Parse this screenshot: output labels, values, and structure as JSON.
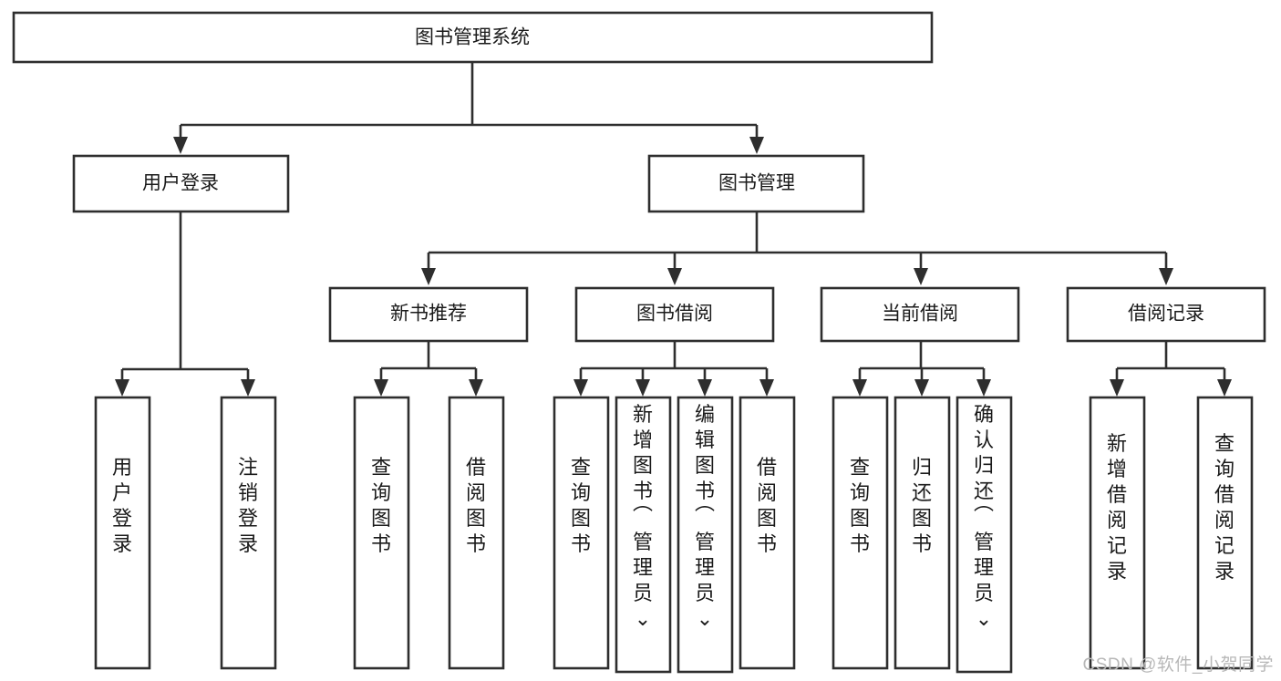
{
  "diagram": {
    "title": "图书管理系统",
    "type": "tree",
    "watermark": "CSDN @软件_小贺同学",
    "colors": {
      "stroke": "#2e2e2e",
      "fill": "#ffffff",
      "text": "#1a1a1a",
      "watermark": "#b8b8b8"
    },
    "nodes": {
      "root": {
        "label": "图书管理系统"
      },
      "level2": [
        {
          "label": "用户登录"
        },
        {
          "label": "图书管理"
        }
      ],
      "level3": [
        {
          "label": "新书推荐"
        },
        {
          "label": "图书借阅"
        },
        {
          "label": "当前借阅"
        },
        {
          "label": "借阅记录"
        }
      ],
      "leaves_user_login": [
        {
          "label": "用户登录"
        },
        {
          "label": "注销登录"
        }
      ],
      "leaves_new_book": [
        {
          "label": "查询图书"
        },
        {
          "label": "借阅图书"
        }
      ],
      "leaves_borrow": [
        {
          "label": "查询图书"
        },
        {
          "label": "新增图书（管理员）"
        },
        {
          "label": "编辑图书（管理员）"
        },
        {
          "label": "借阅图书"
        }
      ],
      "leaves_current": [
        {
          "label": "查询图书"
        },
        {
          "label": "归还图书"
        },
        {
          "label": "确认归还（管理员）"
        }
      ],
      "leaves_record": [
        {
          "label": "新增借阅记录"
        },
        {
          "label": "查询借阅记录"
        }
      ]
    }
  }
}
